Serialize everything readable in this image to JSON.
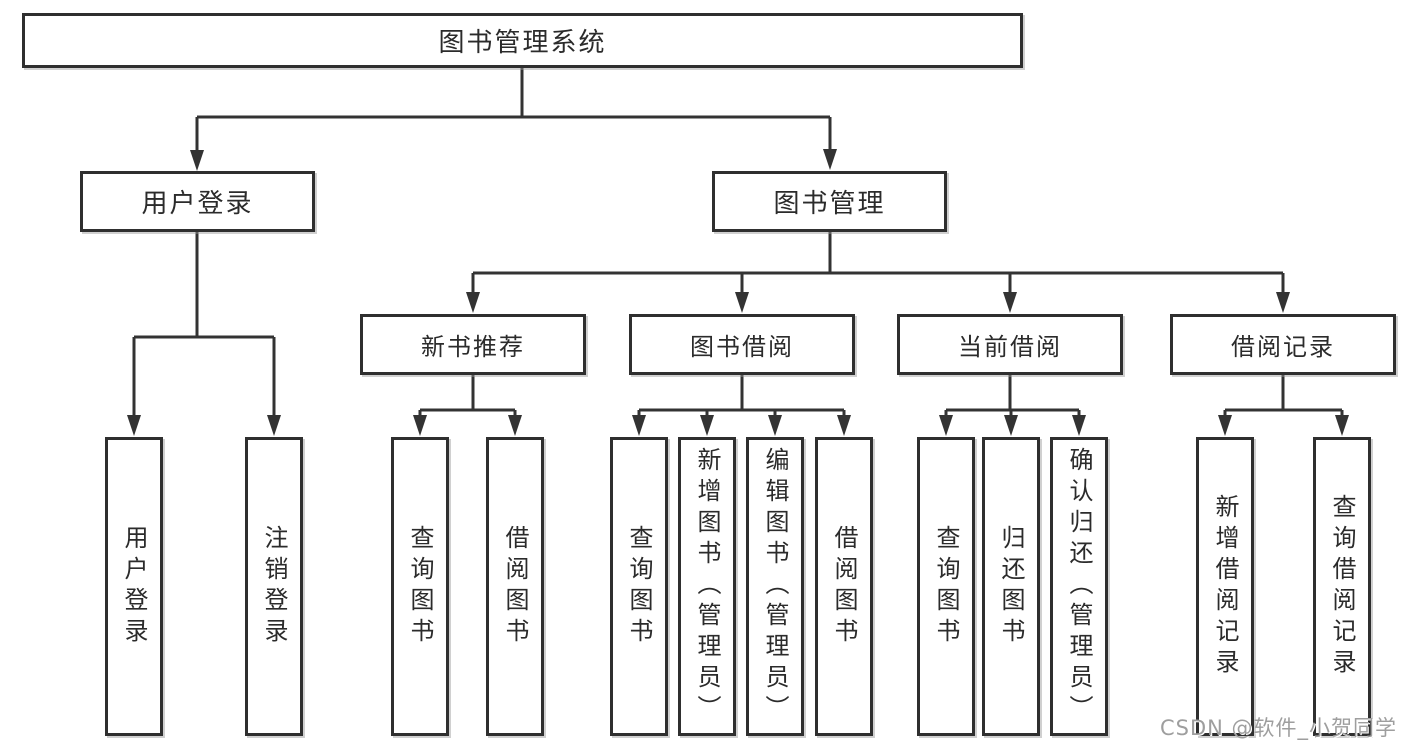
{
  "tree": {
    "root": {
      "label": "图书管理系统"
    },
    "user_login": {
      "label": "用户登录",
      "leaves": [
        {
          "label": "用户登录"
        },
        {
          "label": "注销登录"
        }
      ]
    },
    "book_mgmt": {
      "label": "图书管理"
    },
    "modules": [
      {
        "label": "新书推荐",
        "leaves": [
          {
            "label": "查询图书"
          },
          {
            "label": "借阅图书"
          }
        ]
      },
      {
        "label": "图书借阅",
        "leaves": [
          {
            "label": "查询图书"
          },
          {
            "label": "新增图书（管理员）"
          },
          {
            "label": "编辑图书（管理员）"
          },
          {
            "label": "借阅图书"
          }
        ]
      },
      {
        "label": "当前借阅",
        "leaves": [
          {
            "label": "查询图书"
          },
          {
            "label": "归还图书"
          },
          {
            "label": "确认归还（管理员）"
          }
        ]
      },
      {
        "label": "借阅记录",
        "leaves": [
          {
            "label": "新增借阅记录"
          },
          {
            "label": "查询借阅记录"
          }
        ]
      }
    ]
  },
  "watermark": {
    "text": "CSDN @软件_小贺同学"
  },
  "colors": {
    "line": "#333333",
    "border": "#2f2f2f",
    "text": "#2b2b2b",
    "watermark": "#9e9e9e",
    "background": "#ffffff"
  }
}
